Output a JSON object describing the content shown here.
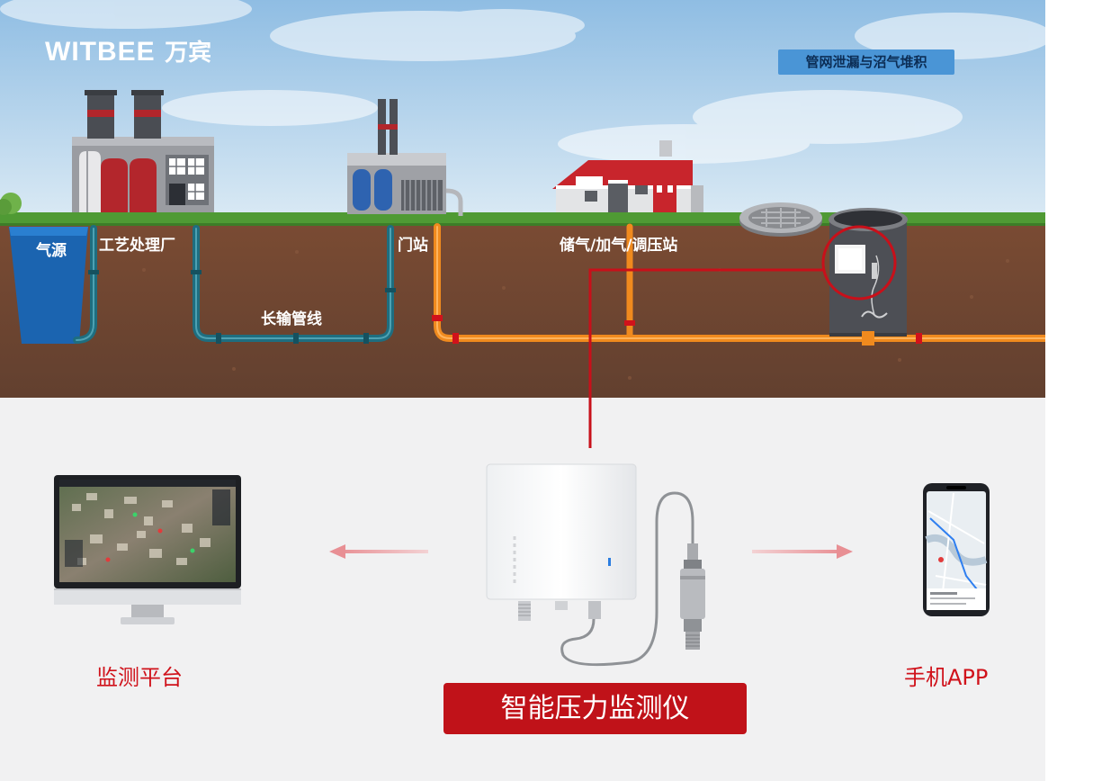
{
  "brand": {
    "logo_text": "WITBEE",
    "logo_cn": "万宾"
  },
  "scenario_tag": "管网泄漏与沼气堆积",
  "stations": {
    "gas_source": "气源",
    "process_plant": "工艺处理厂",
    "gate_station": "门站",
    "storage_station": "储气/加气/调压站",
    "trunk_line": "长输管线"
  },
  "outputs": {
    "platform": "监测平台",
    "device": "智能压力监测仪",
    "app": "手机APP"
  },
  "colors": {
    "accent_red": "#d0121b",
    "pipe_teal": "#1e6e80",
    "pipe_orange": "#f08a1e",
    "soil": "#6a4330",
    "grass": "#4f9a34",
    "sky": "#a8cde9"
  },
  "icons": [
    "factory-icon",
    "gate-station-icon",
    "storage-station-icon",
    "manhole-cover-icon",
    "manhole-well-icon",
    "monitor-icon",
    "smartphone-icon",
    "pressure-sensor-icon",
    "arrow-left-icon",
    "arrow-right-icon"
  ]
}
